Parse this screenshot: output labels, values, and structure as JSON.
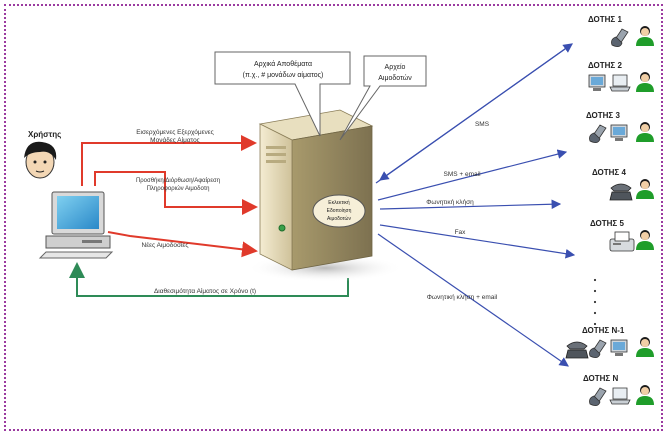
{
  "user": {
    "label": "Χρήστης"
  },
  "server": {
    "label": [
      "Εκλεκτική",
      "Εδοποίηση",
      "Αιμοδοτών"
    ]
  },
  "callouts": {
    "stock": [
      "Αρχικά Αποθέματα",
      "(π.χ., # μονάδων αίματος)"
    ],
    "donors_file": [
      "Αρχείο",
      "Αιμοδοτών"
    ]
  },
  "flows": {
    "incoming_units": [
      "Εισερχόμενες Εξερχόμενες",
      "Μονάδες Αίματος"
    ],
    "donor_edit": [
      "Προσθήκη/Διόρθωση/Αφαίρεση",
      "Πληροφοριών Αιμοδοτη"
    ],
    "new_donors": "Νέες Αιμοδοσίες",
    "availability": "Διαθεσιμότητα Αίματος σε Χρόνο (t)"
  },
  "channels": {
    "sms": "SMS",
    "sms_email": "SMS + email",
    "voice": "Φωνητική κλήση",
    "fax": "Fax",
    "voice_email": "Φωνητική κλήση + email"
  },
  "donors": [
    {
      "label": "ΔΟΤΗΣ 1",
      "devices": [
        "mobile-phone-icon"
      ]
    },
    {
      "label": "ΔΟΤΗΣ 2",
      "devices": [
        "desktop-icon",
        "laptop-icon"
      ]
    },
    {
      "label": "ΔΟΤΗΣ 3",
      "devices": [
        "mobile-phone-icon",
        "desktop-icon"
      ]
    },
    {
      "label": "ΔΟΤΗΣ 4",
      "devices": [
        "telephone-icon"
      ]
    },
    {
      "label": "ΔΟΤΗΣ 5",
      "devices": [
        "fax-icon"
      ]
    },
    {
      "label": "ΔΟΤΗΣ Ν-1",
      "devices": [
        "telephone-icon",
        "mobile-phone-icon",
        "desktop-icon"
      ]
    },
    {
      "label": "ΔΟΤΗΣ Ν",
      "devices": [
        "mobile-phone-icon",
        "laptop-icon"
      ]
    }
  ],
  "colors": {
    "red_flow": "#e03a2b",
    "green_flow": "#2e8b57",
    "blue_flow": "#3a4fb0",
    "border": "#9b3aa0",
    "person": "#1f9d2a"
  }
}
